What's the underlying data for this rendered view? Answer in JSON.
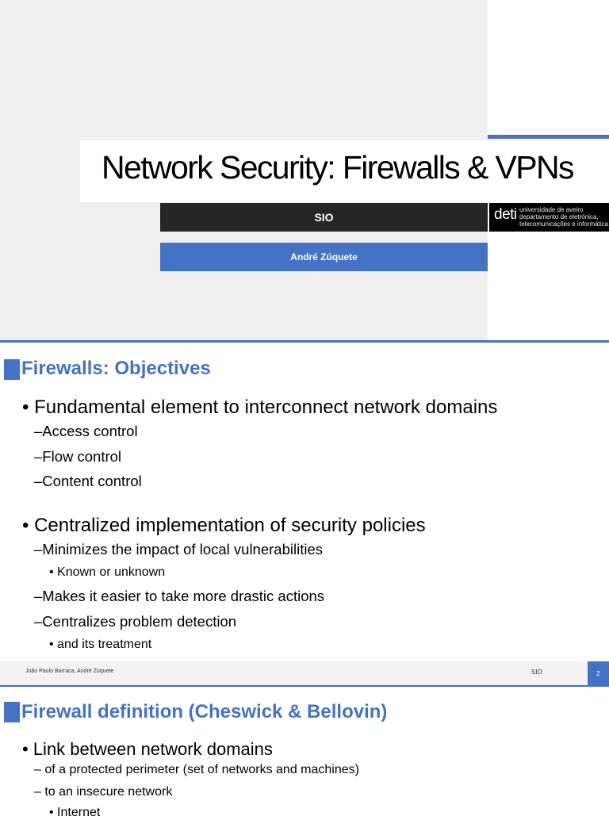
{
  "slide1": {
    "title": "Network Security: Firewalls & VPNs",
    "course": "SIO",
    "logo": {
      "deti": "deti",
      "line1": "universidade de aveiro",
      "line2": "departamento de eletrónica,",
      "line3": "telecomunicações e informática"
    },
    "author": "André Zúquete"
  },
  "slide2": {
    "title": "Firewalls: Objectives",
    "bullets": [
      "• Fundamental element to interconnect network domains",
      "–Access control",
      "–Flow control",
      "–Content control",
      "• Centralized implementation of security policies",
      "–Minimizes the impact of local vulnerabilities",
      "•  Known or unknown",
      "–Makes it easier to take more drastic actions",
      "–Centralizes problem detection",
      "•  and its treatment"
    ],
    "footer": {
      "authors": "João Paulo Barraca, André Zúquete",
      "course": "SIO",
      "page": "2"
    }
  },
  "slide3": {
    "title": "Firewall definition (Cheswick & Bellovin)",
    "bullets": [
      "• Link between network domains",
      "– of a protected perimeter (set of networks and machines)",
      "– to an insecure network",
      "•  Internet"
    ]
  },
  "colors": {
    "accent": "#4472c4",
    "dark_bar": "#262626",
    "slide_gray": "#efefef"
  }
}
